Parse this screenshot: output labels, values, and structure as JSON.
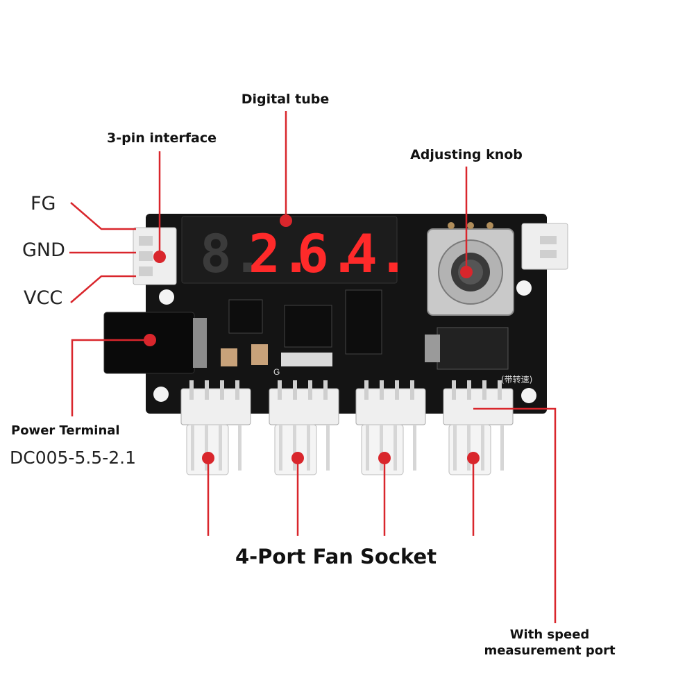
{
  "labels": {
    "digital_tube": "Digital tube",
    "three_pin": "3-pin interface",
    "adjusting_knob": "Adjusting knob",
    "fg": "FG",
    "gnd": "GND",
    "vcc": "VCC",
    "power_terminal": "Power Terminal",
    "power_model": "DC005-5.5-2.1",
    "fan_socket": "4-Port Fan Socket",
    "speed_port_line1": "With speed",
    "speed_port_line2": "measurement port",
    "board_speed_mark": "(带转速)",
    "board_g_mark": "G"
  },
  "display": {
    "digits": [
      "8.",
      "2.",
      "6.",
      "4."
    ],
    "digit_lit": [
      false,
      true,
      true,
      true
    ]
  },
  "colors": {
    "callout_red": "#d9262c",
    "pcb_black": "#121212",
    "segment_red": "#ff2a2a"
  }
}
